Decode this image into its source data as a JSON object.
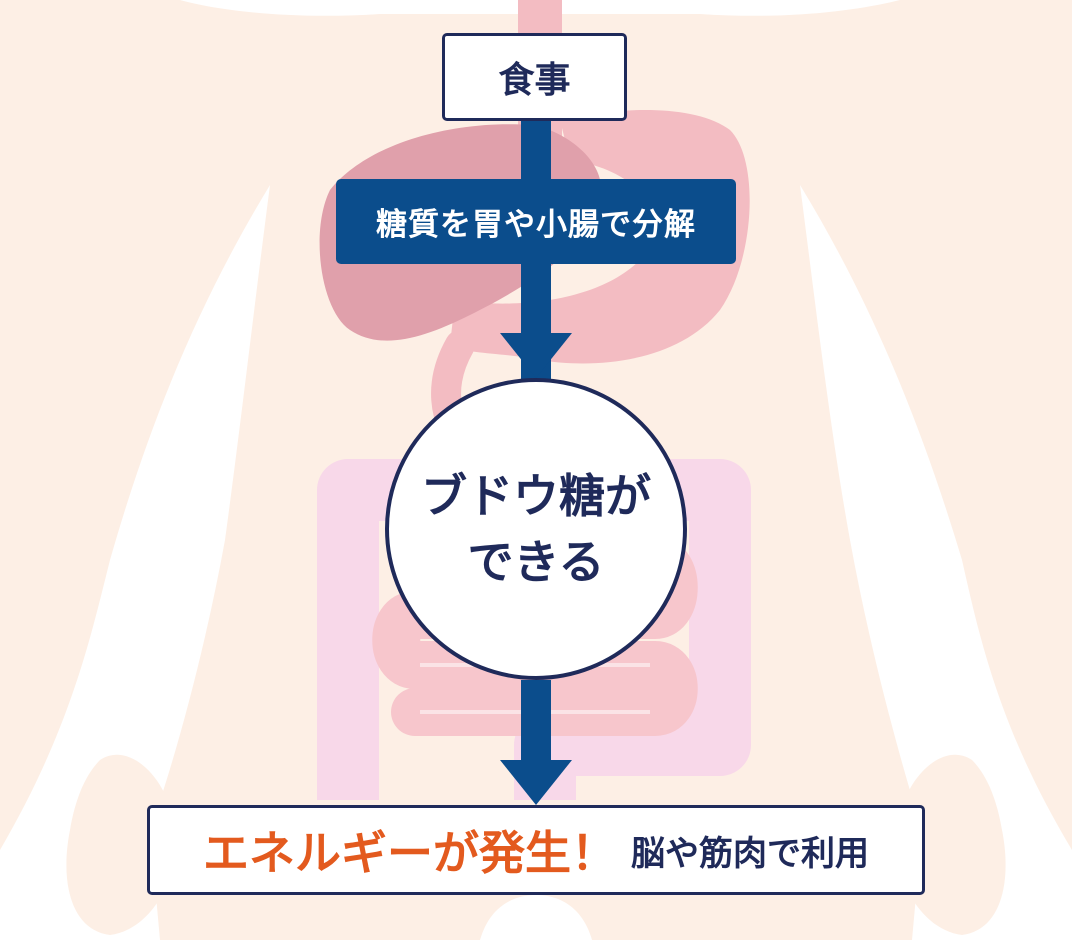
{
  "meal": "食事",
  "digest": "糖質を胃や小腸で分解",
  "glucose": {
    "line1": "ブドウ糖が",
    "line2": "できる"
  },
  "energy": {
    "main": "エネルギーが発生！",
    "sub": "脳や筋肉で利用"
  },
  "colors": {
    "body": "#fdefe5",
    "liver": "#e0a0ab",
    "stomach": "#f3bcc2",
    "small_intestine": "#f7c6cc",
    "large_intestine": "#f8d8e9",
    "arrow": "#0b4d8c",
    "outline": "#1f2a5a",
    "accent": "#e35a1e"
  }
}
